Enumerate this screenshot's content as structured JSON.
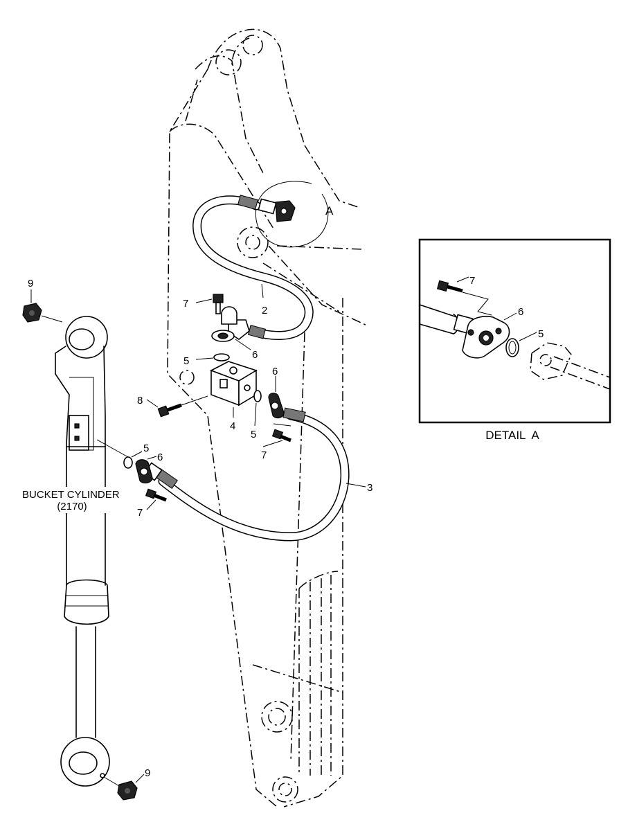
{
  "callouts": {
    "c2": "2",
    "c3": "3",
    "c4": "4",
    "c5a": "5",
    "c5b": "5",
    "c5c": "5",
    "c6a": "6",
    "c6b": "6",
    "c6c": "6",
    "c7a": "7",
    "c7b": "7",
    "c7c": "7",
    "c8": "8",
    "c9a": "9",
    "c9b": "9",
    "detailMarker": "A"
  },
  "bucketCylinder": {
    "line1": "BUCKET CYLINDER",
    "line2": "(2170)"
  },
  "detail": {
    "caption": "DETAIL  A",
    "c5": "5",
    "c6": "6",
    "c7": "7"
  }
}
